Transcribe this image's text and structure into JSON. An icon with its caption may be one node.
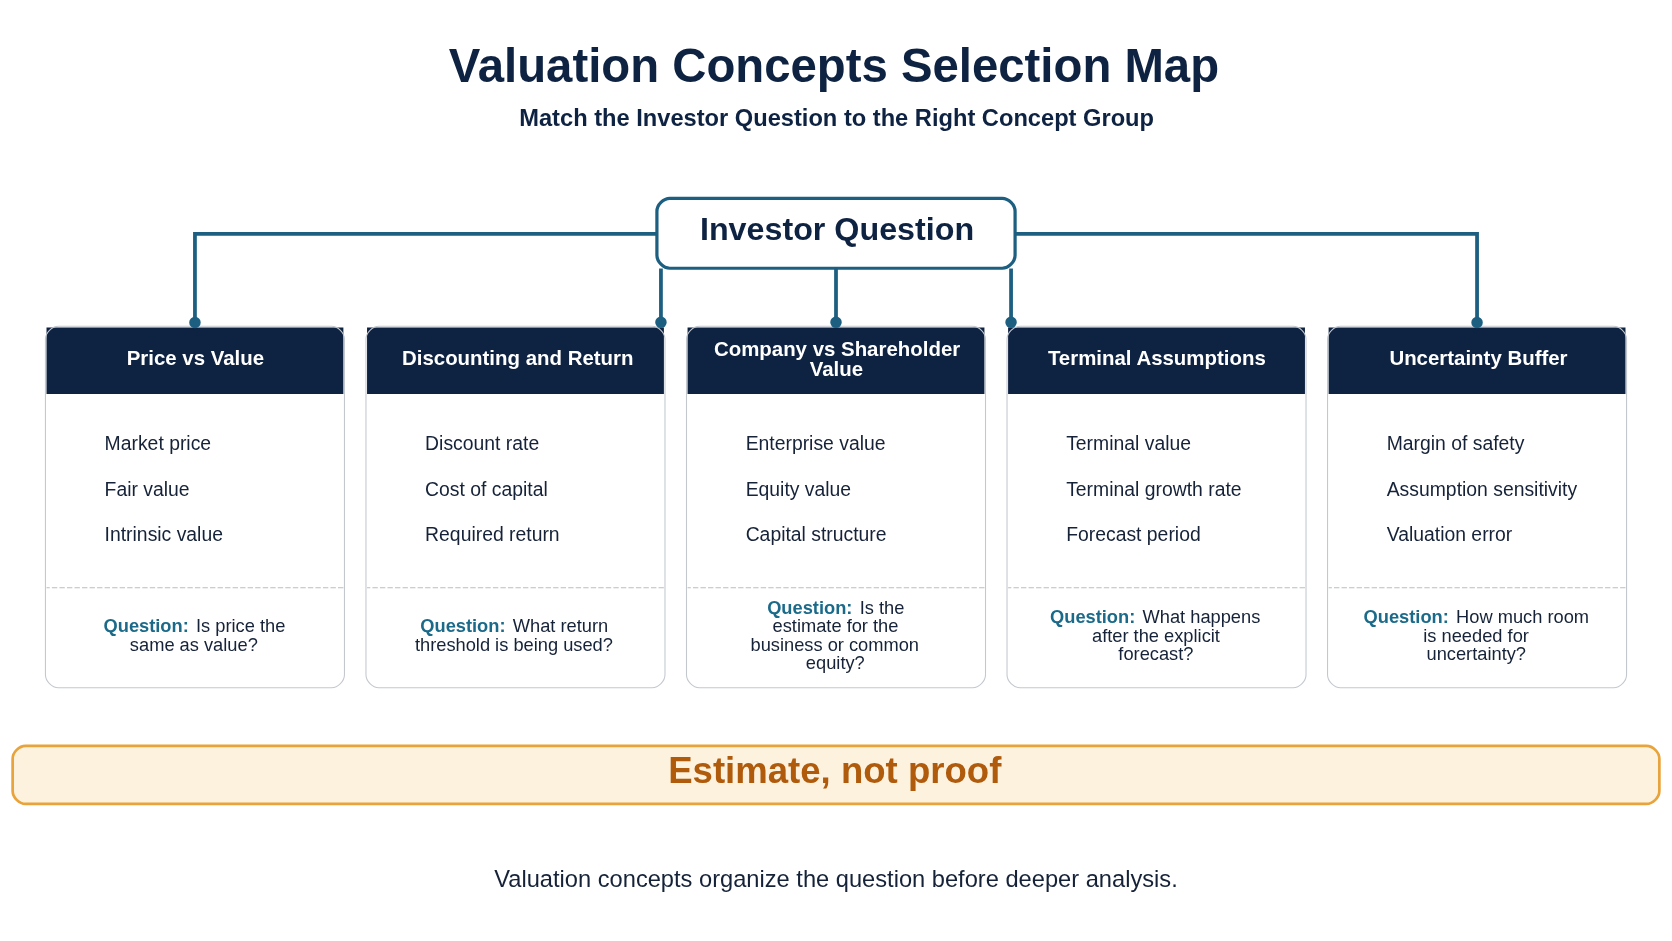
{
  "diagram": {
    "title": "Valuation Concepts Selection Map",
    "caption": "Valuation concepts organize the question before deeper analysis.",
    "nodes": [
      {
        "text": [
          "Investor Question"
        ]
      },
      {
        "text": [
          "Price vs Value",
          "Market price",
          "Fair value",
          "Intrinsic value",
          "**Question:** Is price the same as value?"
        ]
      },
      {
        "text": [
          "Discounting and Return",
          "Discount rate",
          "Cost of capital",
          "Required return",
          "**Question:** What return threshold is being used?"
        ]
      },
      {
        "text": [
          "Company vs Shareholder Value",
          "Enterprise value",
          "Equity value",
          "Capital structure",
          "**Question:** Is the estimate for the business or common equity?"
        ]
      },
      {
        "text": [
          "Terminal Assumptions",
          "Terminal value",
          "Terminal growth rate",
          "Forecast period",
          "**Question:** What happens after the explicit forecast?"
        ]
      },
      {
        "text": [
          "Uncertainty Buffer",
          "Margin of safety",
          "Assumption sensitivity",
          "Valuation error",
          "**Question:** How much room is needed for uncertainty?"
        ]
      },
      {
        "text": [
          "Estimate, not proof"
        ]
      }
    ],
    "edges": [
      {
        "from": 0,
        "to": 1,
        "arrow": "other"
      },
      {
        "from": 0,
        "to": 2,
        "arrow": "other"
      },
      {
        "from": 0,
        "to": 3,
        "arrow": "other"
      },
      {
        "from": 0,
        "to": 4,
        "arrow": "other"
      },
      {
        "from": 0,
        "to": 5,
        "arrow": "other"
      }
    ],
    "labels": [
      "Match the Investor Question to the Right Concept Group"
    ]
  }
}
